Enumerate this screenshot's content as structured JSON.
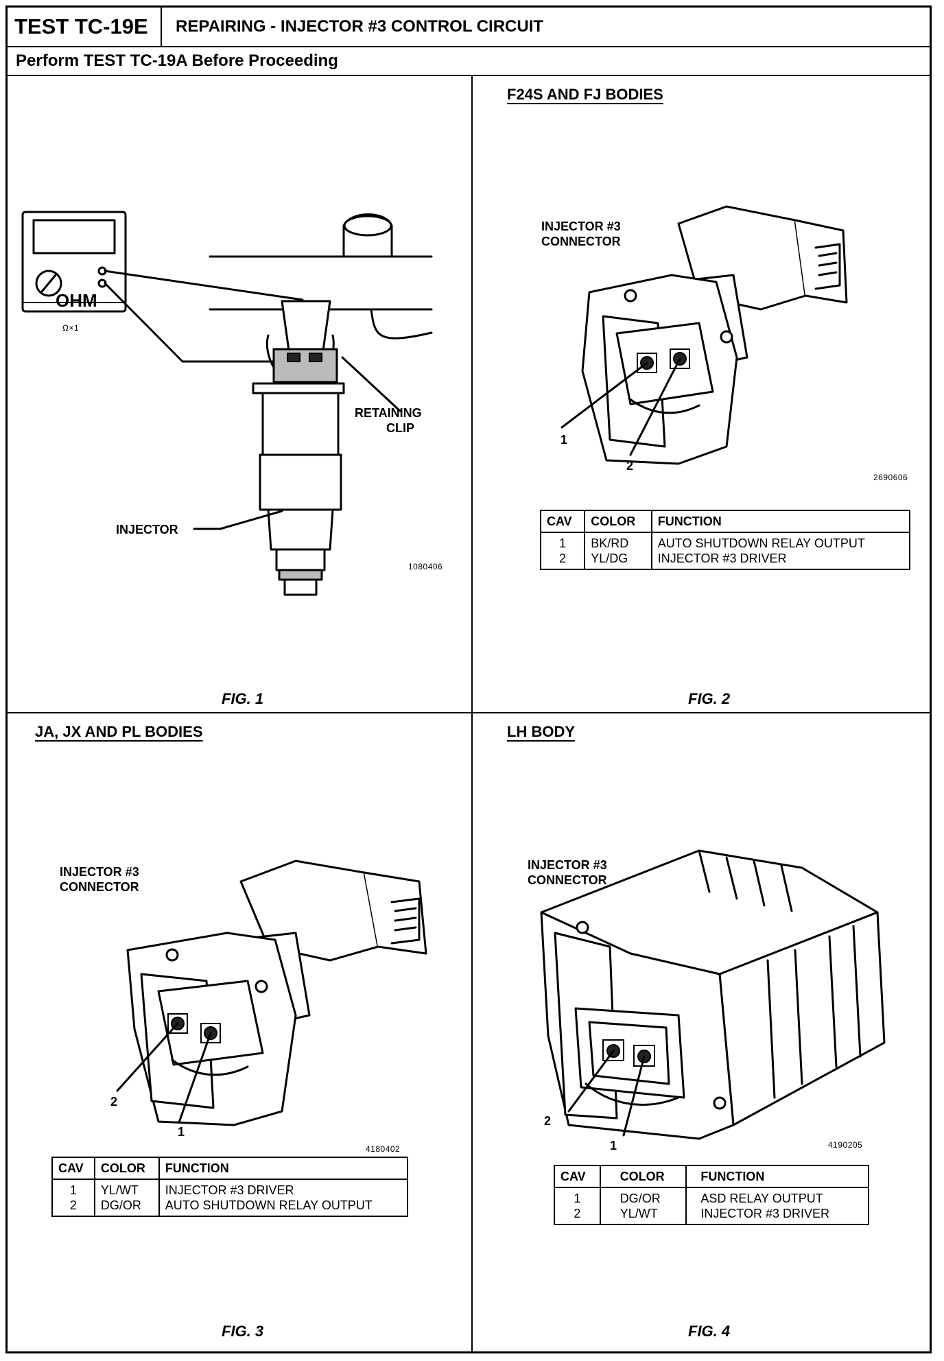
{
  "header": {
    "test_id": "TEST TC-19E",
    "title": "REPAIRING - INJECTOR #3 CONTROL CIRCUIT",
    "subtitle": "Perform TEST TC-19A Before Proceeding"
  },
  "fig1": {
    "meter_display": "OHM",
    "meter_scale": "Ω×1",
    "label_retaining_clip_line1": "RETAINING",
    "label_retaining_clip_line2": "CLIP",
    "label_injector": "INJECTOR",
    "drawing_number": "1080406",
    "caption": "FIG. 1"
  },
  "fig2": {
    "heading": "F24S AND FJ BODIES",
    "connector_label_line1": "INJECTOR #3",
    "connector_label_line2": "CONNECTOR",
    "pin_a": "1",
    "pin_b": "2",
    "drawing_number": "2690606",
    "table": {
      "headers": [
        "CAV",
        "COLOR",
        "FUNCTION"
      ],
      "rows": [
        [
          "1",
          "BK/RD",
          "AUTO SHUTDOWN RELAY OUTPUT"
        ],
        [
          "2",
          "YL/DG",
          "INJECTOR #3 DRIVER"
        ]
      ]
    },
    "caption": "FIG. 2"
  },
  "fig3": {
    "heading": "JA, JX AND PL BODIES",
    "connector_label_line1": "INJECTOR #3",
    "connector_label_line2": "CONNECTOR",
    "pin_a": "2",
    "pin_b": "1",
    "drawing_number": "4180402",
    "table": {
      "headers": [
        "CAV",
        "COLOR",
        "FUNCTION"
      ],
      "rows": [
        [
          "1",
          "YL/WT",
          "INJECTOR #3 DRIVER"
        ],
        [
          "2",
          "DG/OR",
          "AUTO SHUTDOWN RELAY OUTPUT"
        ]
      ]
    },
    "caption": "FIG. 3"
  },
  "fig4": {
    "heading": "LH BODY",
    "connector_label_line1": "INJECTOR #3",
    "connector_label_line2": "CONNECTOR",
    "pin_a": "2",
    "pin_b": "1",
    "drawing_number": "4190205",
    "table": {
      "headers": [
        "CAV",
        "COLOR",
        "FUNCTION"
      ],
      "rows": [
        [
          "1",
          "DG/OR",
          "ASD RELAY OUTPUT"
        ],
        [
          "2",
          "YL/WT",
          "INJECTOR #3 DRIVER"
        ]
      ]
    },
    "caption": "FIG. 4"
  }
}
